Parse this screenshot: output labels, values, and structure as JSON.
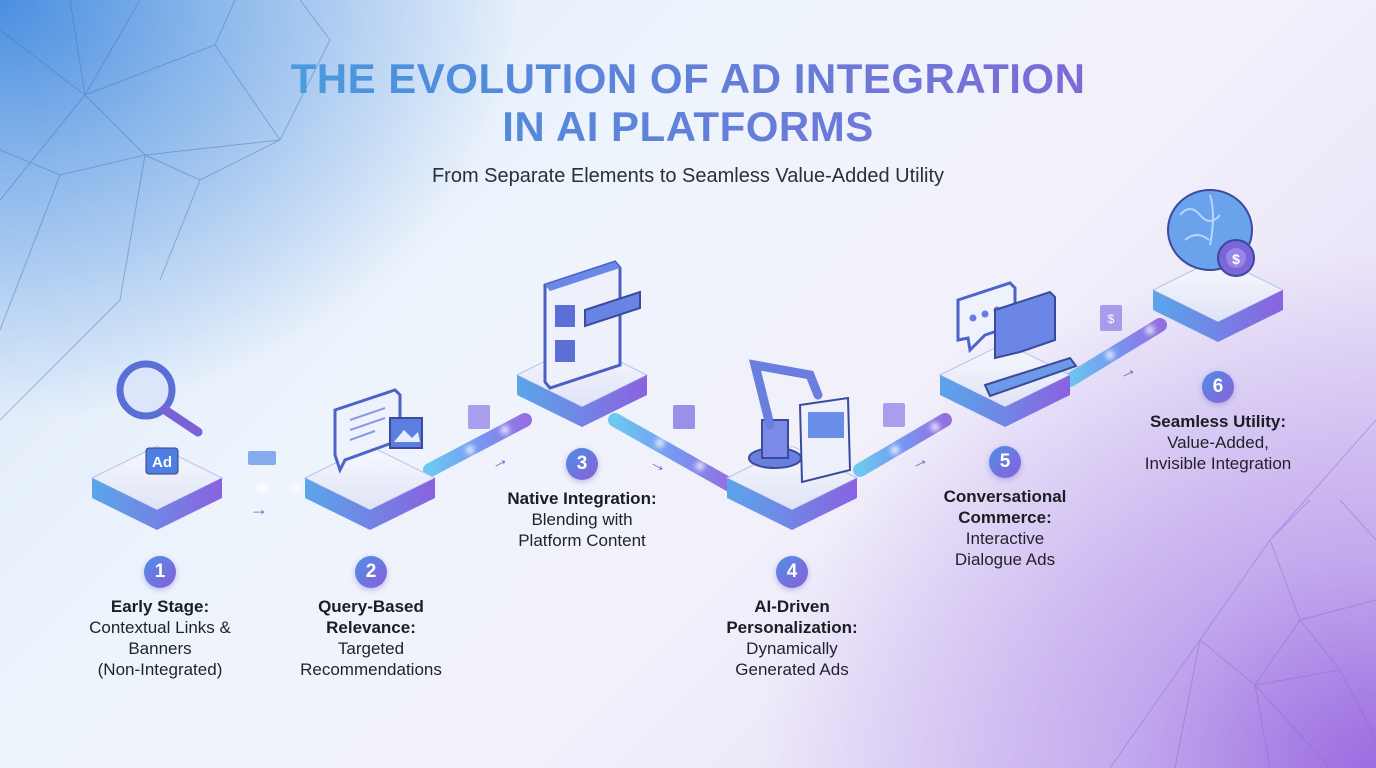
{
  "header": {
    "title_line1": "THE EVOLUTION OF AD INTEGRATION",
    "title_line2": "IN AI PLATFORMS",
    "subtitle": "From Separate Elements to Seamless Value-Added Utility"
  },
  "stages": [
    {
      "number": "1",
      "title": "Early Stage:",
      "desc_line1": "Contextual Links &",
      "desc_line2": "Banners",
      "desc_line3": "(Non-Integrated)",
      "icon": "magnifier-ad-icon",
      "icon_text": "Ad"
    },
    {
      "number": "2",
      "title_line1": "Query-Based",
      "title_line2": "Relevance:",
      "desc_line1": "Targeted",
      "desc_line2": "Recommendations",
      "icon": "chat-image-icon"
    },
    {
      "number": "3",
      "title": "Native Integration:",
      "desc_line1": "Blending with",
      "desc_line2": "Platform Content",
      "icon": "webpage-native-ad-icon"
    },
    {
      "number": "4",
      "title_line1": "AI-Driven",
      "title_line2": "Personalization:",
      "desc_line1": "Dynamically",
      "desc_line2": "Generated Ads",
      "icon": "robot-arm-icon"
    },
    {
      "number": "5",
      "title_line1": "Conversational",
      "title_line2": "Commerce:",
      "desc_line1": "Interactive",
      "desc_line2": "Dialogue Ads",
      "icon": "chat-bubbles-icon"
    },
    {
      "number": "6",
      "title": "Seamless Utility:",
      "desc_line1": "Value-Added,",
      "desc_line2": "Invisible Integration",
      "icon": "brain-gear-dollar-icon",
      "icon_text": "$"
    }
  ],
  "connectors": [
    {
      "icon": "banner-chip-icon"
    },
    {
      "icon": "data-card-icon"
    },
    {
      "icon": "dots-card-icon"
    },
    {
      "icon": "ad-card-icon"
    },
    {
      "icon": "dollar-card-icon",
      "icon_text": "$"
    }
  ],
  "colors": {
    "title_start": "#3fbbe6",
    "title_end": "#9258d6",
    "accent_blue": "#4f8ee6",
    "accent_purple": "#8a5fd9",
    "text_dark": "#1b1d24"
  }
}
